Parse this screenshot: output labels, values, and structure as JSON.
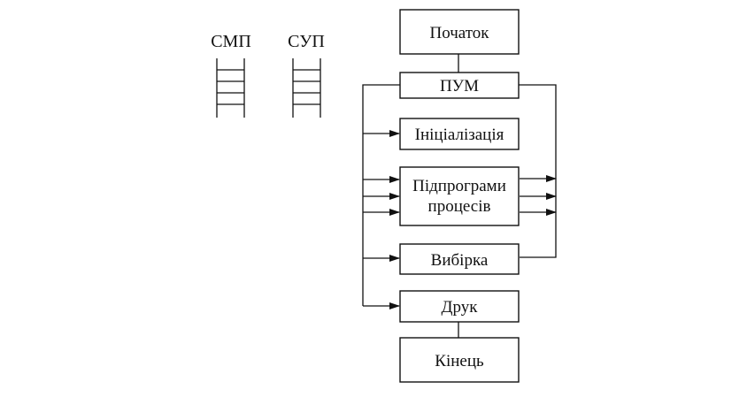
{
  "stacks": [
    {
      "label": "СМП"
    },
    {
      "label": "СУП"
    }
  ],
  "blocks": {
    "start": "Початок",
    "pum": "ПУМ",
    "init": "Ініціалізація",
    "procs_line1": "Підпрограми",
    "procs_line2": "процесів",
    "sample": "Вибірка",
    "print": "Друк",
    "end": "Кінець"
  }
}
